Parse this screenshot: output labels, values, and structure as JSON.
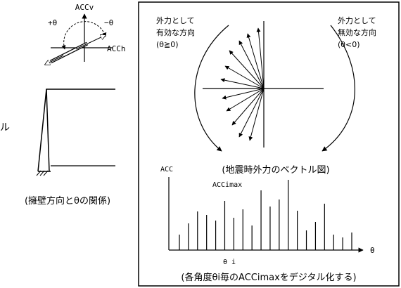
{
  "left_diagram": {
    "acc_v_label": "ACCv",
    "acc_h_label": "ACCh",
    "plus_theta_label": "+θ",
    "minus_theta_label": "−θ",
    "cropped_char": "ル",
    "caption": "(擁壁方向とθの関係)"
  },
  "vector_diagram": {
    "effective_label_line1": "外力として",
    "effective_label_line2": "有効な方向",
    "effective_label_line3": "(θ≧0)",
    "ineffective_label_line1": "外力として",
    "ineffective_label_line2": "無効な方向",
    "ineffective_label_line3": "(θ<0)",
    "caption": "(地震時外力のベクトル図)"
  },
  "bar_diagram": {
    "y_label": "ACC",
    "peak_label": "ACCimax",
    "x_label": "θ",
    "theta_i_label": "θ i",
    "caption": "(各角度θi毎のACCimaxをデジタル化する)",
    "values": [
      0.22,
      0.38,
      0.55,
      0.5,
      0.42,
      0.7,
      0.46,
      0.58,
      0.35,
      0.85,
      0.62,
      0.72,
      1.0,
      0.56,
      0.28,
      0.4,
      0.66,
      0.22,
      0.18,
      0.25
    ]
  }
}
